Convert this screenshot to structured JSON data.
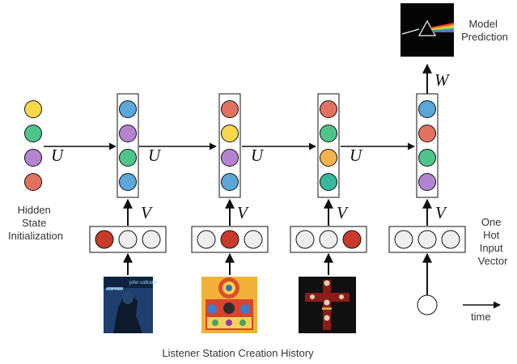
{
  "labels": {
    "hidden_init": [
      "Hidden",
      "State",
      "Initialization"
    ],
    "model_prediction": [
      "Model",
      "Prediction"
    ],
    "one_hot": [
      "One",
      "Hot",
      "Input",
      "Vector"
    ],
    "time": "time",
    "caption": "Listener Station Creation History",
    "U": "U",
    "V": "V",
    "W": "W"
  },
  "album_art": {
    "coltrane_name": "john coltrane",
    "coltrane_title": "BLUE TRAIN"
  },
  "colors": {
    "yellow": "#f6d84a",
    "green": "#4fc48a",
    "purple": "#b484d0",
    "red": "#e2725f",
    "blue": "#5aa7d8",
    "teal": "#35b89c",
    "orange": "#f3b34c",
    "onehot_red": "#c83a2a",
    "empty": "#eeeeee"
  },
  "hidden_states": [
    [
      "yellow",
      "green",
      "purple",
      "red"
    ],
    [
      "blue",
      "purple",
      "green",
      "blue"
    ],
    [
      "red",
      "yellow",
      "purple",
      "blue"
    ],
    [
      "red",
      "green",
      "orange",
      "teal"
    ],
    [
      "blue",
      "red",
      "green",
      "purple"
    ]
  ],
  "one_hot_inputs": [
    [
      1,
      0,
      0
    ],
    [
      0,
      1,
      0
    ],
    [
      0,
      0,
      1
    ],
    [
      0,
      0,
      0
    ]
  ]
}
